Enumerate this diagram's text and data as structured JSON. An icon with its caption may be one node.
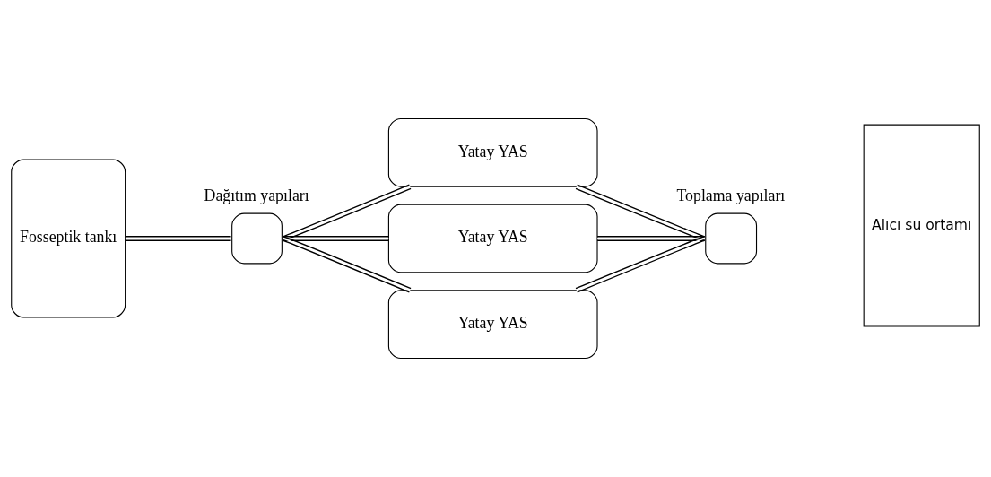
{
  "diagram": {
    "nodes": [
      {
        "text": [
          "Fosseptik tankı"
        ]
      },
      {
        "text": [
          "Dağıtım yapıları"
        ]
      },
      {
        "text": [
          "Yatay YAS"
        ]
      },
      {
        "text": [
          "Yatay YAS"
        ]
      },
      {
        "text": [
          "Yatay YAS"
        ]
      },
      {
        "text": [
          "Toplama yapıları"
        ]
      },
      {
        "text": [
          "Alıcı su ortamı"
        ]
      }
    ],
    "edges": [
      {
        "from": 0,
        "to": 1,
        "arrow": "none"
      },
      {
        "from": 1,
        "to": 2,
        "arrow": "none"
      },
      {
        "from": 1,
        "to": 3,
        "arrow": "none"
      },
      {
        "from": 1,
        "to": 4,
        "arrow": "none"
      },
      {
        "from": 2,
        "to": 5,
        "arrow": "none"
      },
      {
        "from": 3,
        "to": 5,
        "arrow": "none"
      },
      {
        "from": 4,
        "to": 5,
        "arrow": "none"
      }
    ]
  }
}
